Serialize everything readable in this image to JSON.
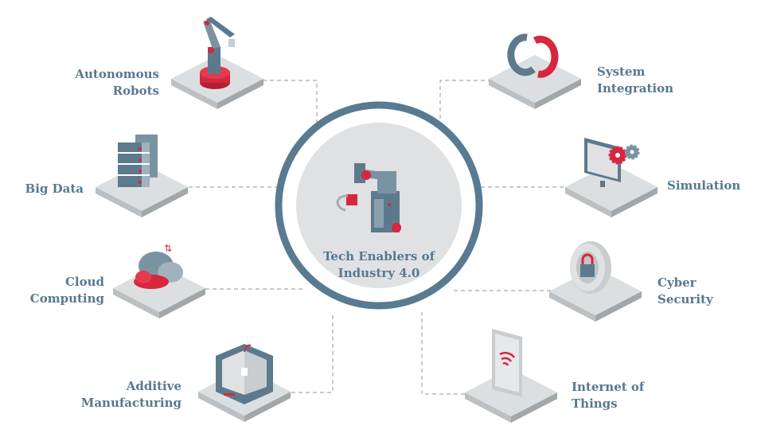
{
  "center": {
    "title_line1": "Tech Enablers of",
    "title_line2": "Industry 4.0",
    "icon": "industrial-robot-arm-icon"
  },
  "enablers": [
    {
      "line1": "Autonomous",
      "line2": "Robots",
      "icon": "robot-arm-icon"
    },
    {
      "line1": "Big Data",
      "line2": "",
      "icon": "server-rack-icon"
    },
    {
      "line1": "Cloud",
      "line2": "Computing",
      "icon": "cloud-icon"
    },
    {
      "line1": "Additive",
      "line2": "Manufacturing",
      "icon": "3d-printer-icon"
    },
    {
      "line1": "System",
      "line2": "Integration",
      "icon": "interlocking-rings-icon"
    },
    {
      "line1": "Simulation",
      "line2": "",
      "icon": "monitor-gears-icon"
    },
    {
      "line1": "Cyber",
      "line2": "Security",
      "icon": "padlock-icon"
    },
    {
      "line1": "Internet of",
      "line2": "Things",
      "icon": "tablet-wifi-icon"
    }
  ],
  "colors": {
    "text": "#56798f",
    "ring": "#587b91",
    "inner": "#dfe1e3",
    "accent": "#d7263d",
    "slate": "#5d7a8c"
  }
}
